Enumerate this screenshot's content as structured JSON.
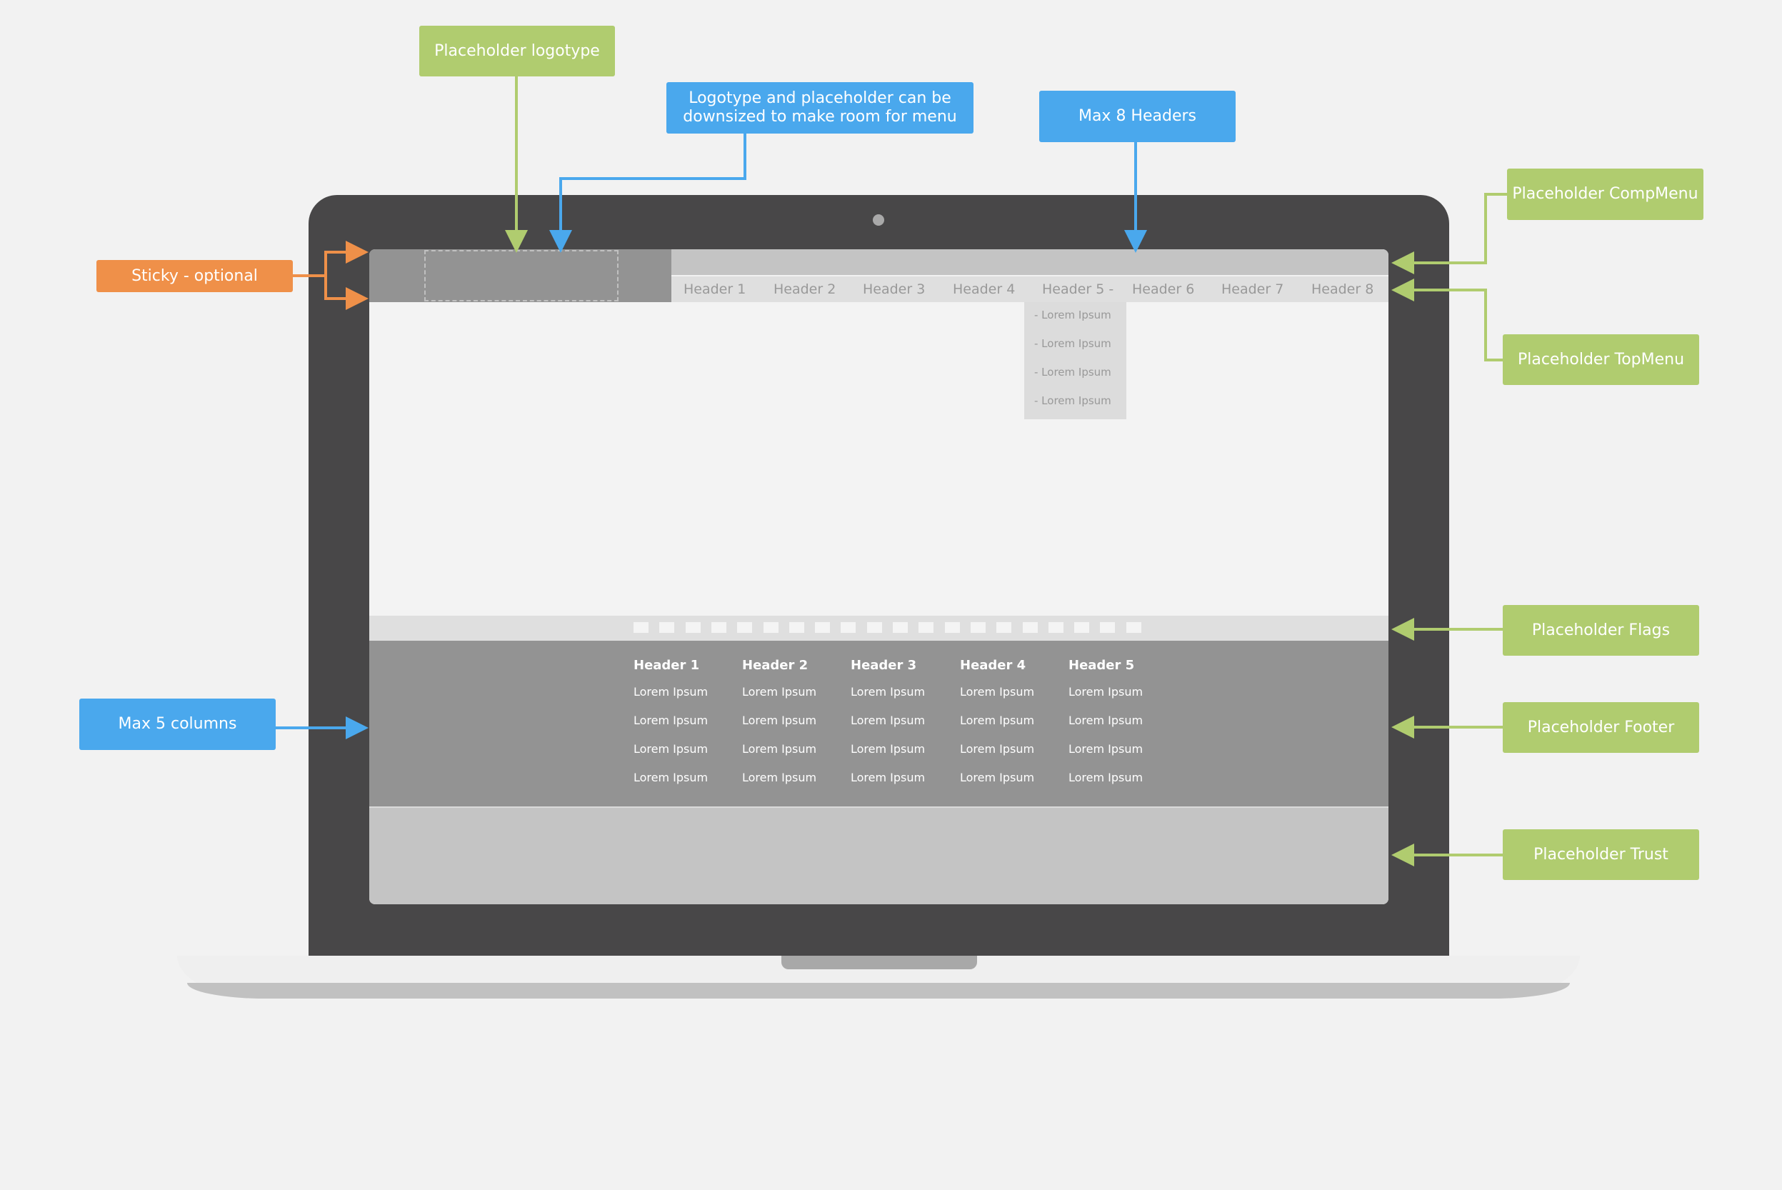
{
  "callouts": {
    "logotype": "Placeholder logotype",
    "downsize_line1": "Logotype and placeholder can be",
    "downsize_line2": "downsized to make room for menu",
    "max_headers": "Max 8 Headers",
    "compmenu": "Placeholder CompMenu",
    "topmenu": "Placeholder TopMenu",
    "sticky": "Sticky - optional",
    "flags": "Placeholder Flags",
    "footer": "Placeholder Footer",
    "max_columns": "Max 5 columns",
    "trust": "Placeholder Trust"
  },
  "topmenu": {
    "items": [
      "Header 1",
      "Header 2",
      "Header 3",
      "Header 4",
      "Header 5 -",
      "Header 6",
      "Header 7",
      "Header 8"
    ],
    "dropdown": [
      "- Lorem Ipsum",
      "- Lorem Ipsum",
      "- Lorem Ipsum",
      "- Lorem Ipsum"
    ]
  },
  "footer": {
    "columns": [
      {
        "header": "Header 1",
        "items": [
          "Lorem Ipsum",
          "Lorem Ipsum",
          "Lorem Ipsum",
          "Lorem Ipsum"
        ]
      },
      {
        "header": "Header 2",
        "items": [
          "Lorem Ipsum",
          "Lorem Ipsum",
          "Lorem Ipsum",
          "Lorem Ipsum"
        ]
      },
      {
        "header": "Header 3",
        "items": [
          "Lorem Ipsum",
          "Lorem Ipsum",
          "Lorem Ipsum",
          "Lorem Ipsum"
        ]
      },
      {
        "header": "Header 4",
        "items": [
          "Lorem Ipsum",
          "Lorem Ipsum",
          "Lorem Ipsum",
          "Lorem Ipsum"
        ]
      },
      {
        "header": "Header 5",
        "items": [
          "Lorem Ipsum",
          "Lorem Ipsum",
          "Lorem Ipsum",
          "Lorem Ipsum"
        ]
      }
    ]
  },
  "colors": {
    "green": "#b0cc6f",
    "blue": "#4aa8ed",
    "orange": "#ef9049",
    "bezel": "#484748",
    "footer_bg": "#939393",
    "trust_bg": "#c4c4c4"
  }
}
